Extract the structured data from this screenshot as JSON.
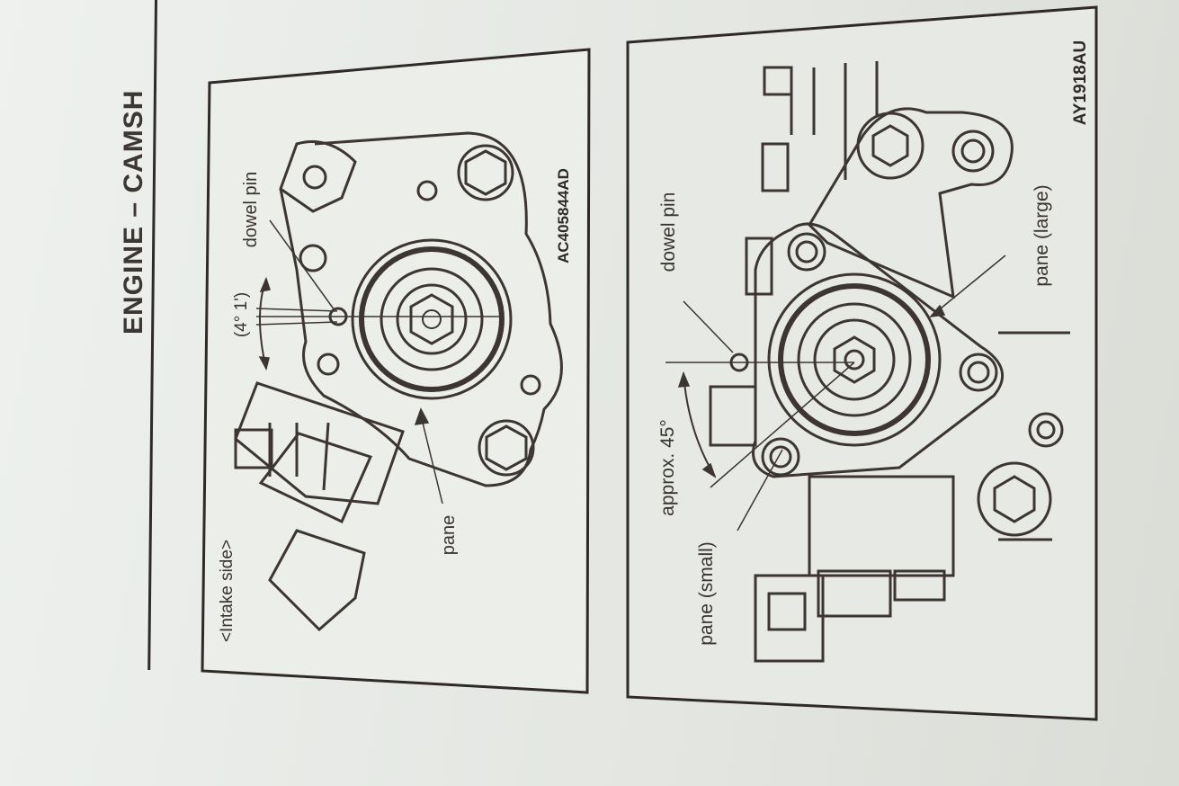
{
  "header": {
    "title": "ENGINE – CAMSH"
  },
  "figure_left": {
    "code": "AC405844AD",
    "side_label": "<Intake side>",
    "angle_label": "(4° 1')",
    "dowel_pin_label": "dowel pin",
    "pane_label": "pane"
  },
  "figure_right": {
    "code": "AY1918AU",
    "dowel_pin_label": "dowel pin",
    "angle_label": "approx. 45°",
    "pane_small_label": "pane (small)",
    "pane_large_label": "pane (large)"
  }
}
